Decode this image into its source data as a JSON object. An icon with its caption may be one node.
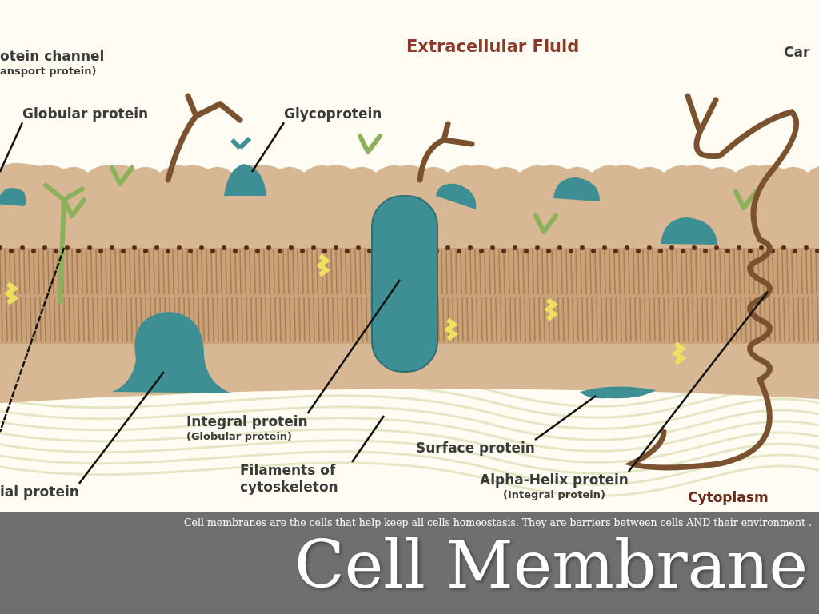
{
  "diagram": {
    "title": "Cell Membrane",
    "caption": "Cell membranes are the cells that help keep all cells homeostasis. They are barriers between cells AND their environment .",
    "nodes": [
      {
        "text": [
          "otein channel",
          "ansport protein)"
        ]
      },
      {
        "text": [
          "Globular protein"
        ]
      },
      {
        "text": [
          "Glycoprotein"
        ]
      },
      {
        "text": [
          "Integral protein",
          "(Globular protein)"
        ]
      },
      {
        "text": [
          "Surface protein"
        ]
      },
      {
        "text": [
          "ial protein"
        ]
      },
      {
        "text": [
          "Filaments of cytoskeleton"
        ]
      },
      {
        "text": [
          "Alpha-Helix protein",
          "(Integral protein)"
        ]
      }
    ],
    "edges": [
      {
        "from": 1,
        "to": null,
        "arrow": "none"
      },
      {
        "from": 2,
        "to": null,
        "arrow": "none"
      },
      {
        "from": 3,
        "to": null,
        "arrow": "none"
      },
      {
        "from": 4,
        "to": null,
        "arrow": "none"
      },
      {
        "from": 5,
        "to": null,
        "arrow": "none"
      },
      {
        "from": 6,
        "to": null,
        "arrow": "none"
      },
      {
        "from": 7,
        "to": null,
        "arrow": "none"
      }
    ],
    "labels": [
      "Extracellular Fluid",
      "Car",
      "Cytoplasm"
    ]
  }
}
